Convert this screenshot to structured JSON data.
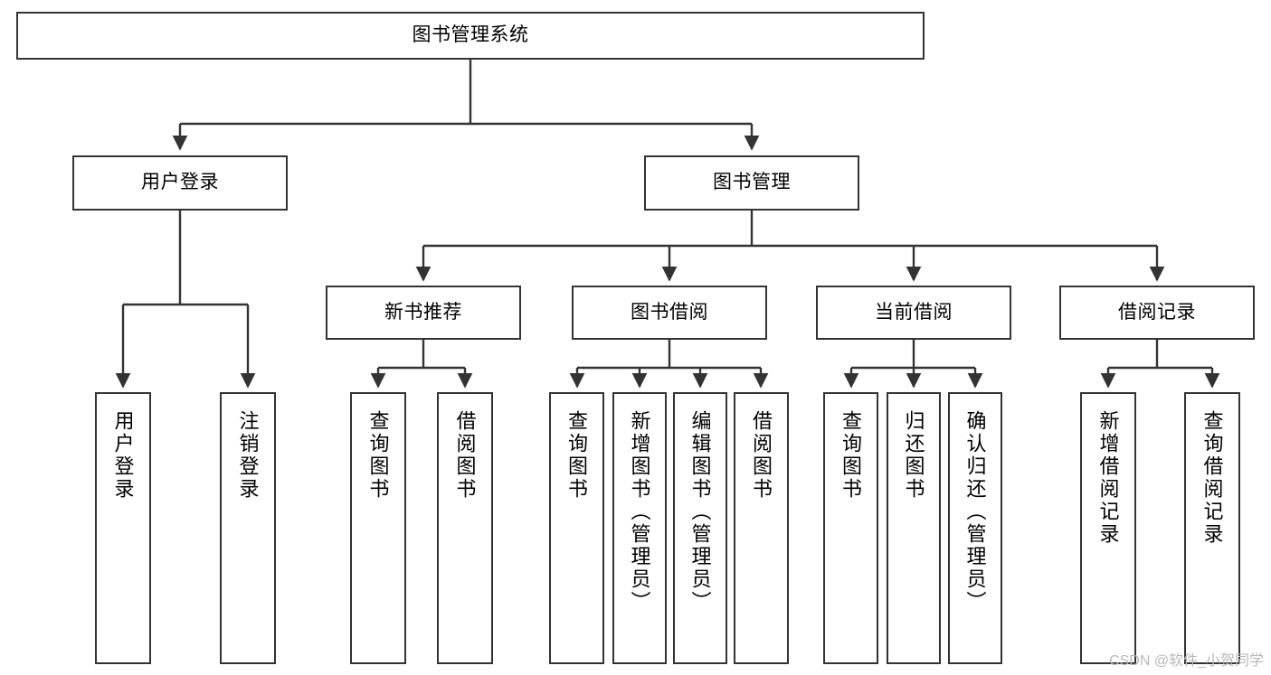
{
  "diagram": {
    "title": "图书管理系统",
    "type": "tree-hierarchy",
    "colors": {
      "border": "#333333",
      "fill": "#ffffff",
      "text": "#000000",
      "watermark": "#b8b8b8"
    }
  },
  "root": {
    "label": "图书管理系统"
  },
  "level2": [
    {
      "label": "用户登录"
    },
    {
      "label": "图书管理"
    }
  ],
  "level3": [
    {
      "label": "新书推荐"
    },
    {
      "label": "图书借阅"
    },
    {
      "label": "当前借阅"
    },
    {
      "label": "借阅记录"
    }
  ],
  "leaves": {
    "user_login": [
      {
        "label": "用户登录"
      },
      {
        "label": "注销登录"
      }
    ],
    "new_book_recommend": [
      {
        "label": "查询图书"
      },
      {
        "label": "借阅图书"
      }
    ],
    "book_borrow": [
      {
        "label": "查询图书"
      },
      {
        "label": "新增图书（管理员）"
      },
      {
        "label": "编辑图书（管理员）"
      },
      {
        "label": "借阅图书"
      }
    ],
    "current_borrow": [
      {
        "label": "查询图书"
      },
      {
        "label": "归还图书"
      },
      {
        "label": "确认归还（管理员）"
      }
    ],
    "borrow_record": [
      {
        "label": "新增借阅记录"
      },
      {
        "label": "查询借阅记录"
      }
    ]
  },
  "watermark": {
    "text": "CSDN @软件_小贺同学"
  }
}
